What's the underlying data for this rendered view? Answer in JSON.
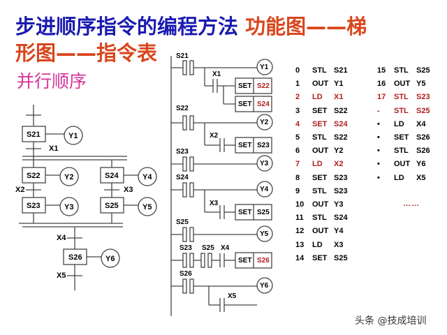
{
  "title": {
    "line1_blue": "步进顺序指令的编程方法",
    "line1_red": "功能图——梯",
    "line2_red": "形图——指令表"
  },
  "subtitle": "并行顺序",
  "sfc": {
    "steps": [
      "S21",
      "S22",
      "S23",
      "S24",
      "S25",
      "S26"
    ],
    "outputs": [
      "Y1",
      "Y2",
      "Y3",
      "Y4",
      "Y5",
      "Y6"
    ],
    "transitions": [
      "X1",
      "X2",
      "X3",
      "X4",
      "X5"
    ]
  },
  "ladder": {
    "rungs": [
      {
        "contact": "S21",
        "coil": "Y1",
        "branch_contact": "X1",
        "set1_op": "SET",
        "set1_target": "S22",
        "set2_op": "SET",
        "set2_target": "S24"
      },
      {
        "contact": "S22",
        "coil": "Y2",
        "branch_contact": "X2",
        "set_op": "SET",
        "set_target": "S23"
      },
      {
        "contact": "S23",
        "coil": "Y3"
      },
      {
        "contact": "S24",
        "coil": "Y4",
        "branch_contact": "X3",
        "set_op": "SET",
        "set_target": "S25"
      },
      {
        "contact": "S25",
        "coil": "Y5"
      },
      {
        "contacts": [
          "S23",
          "S25",
          "X4"
        ],
        "set_op": "SET",
        "set_target": "S26"
      },
      {
        "contact": "S26",
        "coil": "Y6",
        "branch_contact": "X5"
      }
    ]
  },
  "instruction_list": {
    "left": [
      {
        "step": "0",
        "op": "STL",
        "arg": "S21",
        "highlight": false
      },
      {
        "step": "1",
        "op": "OUT",
        "arg": "Y1",
        "highlight": false
      },
      {
        "step": "2",
        "op": "LD",
        "arg": "X1",
        "highlight": true
      },
      {
        "step": "3",
        "op": "SET",
        "arg": "S22",
        "highlight": false
      },
      {
        "step": "4",
        "op": "SET",
        "arg": "S24",
        "highlight": true
      },
      {
        "step": "5",
        "op": "STL",
        "arg": "S22",
        "highlight": false
      },
      {
        "step": "6",
        "op": "OUT",
        "arg": "Y2",
        "highlight": false
      },
      {
        "step": "7",
        "op": "LD",
        "arg": "X2",
        "highlight": true
      },
      {
        "step": "8",
        "op": "SET",
        "arg": "S23",
        "highlight": false
      },
      {
        "step": "9",
        "op": "STL",
        "arg": "S23",
        "highlight": false
      },
      {
        "step": "10",
        "op": "OUT",
        "arg": "Y3",
        "highlight": false
      },
      {
        "step": "11",
        "op": "STL",
        "arg": "S24",
        "highlight": false
      },
      {
        "step": "12",
        "op": "OUT",
        "arg": "Y4",
        "highlight": false
      },
      {
        "step": "13",
        "op": "LD",
        "arg": "X3",
        "highlight": false
      },
      {
        "step": "14",
        "op": "SET",
        "arg": "S25",
        "highlight": false
      }
    ],
    "right": [
      {
        "step": "15",
        "op": "STL",
        "arg": "S25",
        "highlight": false
      },
      {
        "step": "16",
        "op": "OUT",
        "arg": "Y5",
        "highlight": false
      },
      {
        "step": "17",
        "op": "STL",
        "arg": "S23",
        "highlight": true
      },
      {
        "step": "-",
        "op": "STL",
        "arg": "S25",
        "highlight": true
      },
      {
        "step": "•",
        "op": "LD",
        "arg": "X4",
        "highlight": false
      },
      {
        "step": "•",
        "op": "SET",
        "arg": "S26",
        "highlight": false
      },
      {
        "step": "•",
        "op": "STL",
        "arg": "S26",
        "highlight": false
      },
      {
        "step": "•",
        "op": "OUT",
        "arg": "Y6",
        "highlight": false
      },
      {
        "step": "•",
        "op": "LD",
        "arg": "X5",
        "highlight": false
      }
    ],
    "ellipsis": "……"
  },
  "colors": {
    "title_blue": "#1a1ab0",
    "title_red": "#d9461c",
    "subtitle_pink": "#d6339a",
    "highlight_red": "#b01c1c"
  },
  "watermark": "头条 @技成培训"
}
